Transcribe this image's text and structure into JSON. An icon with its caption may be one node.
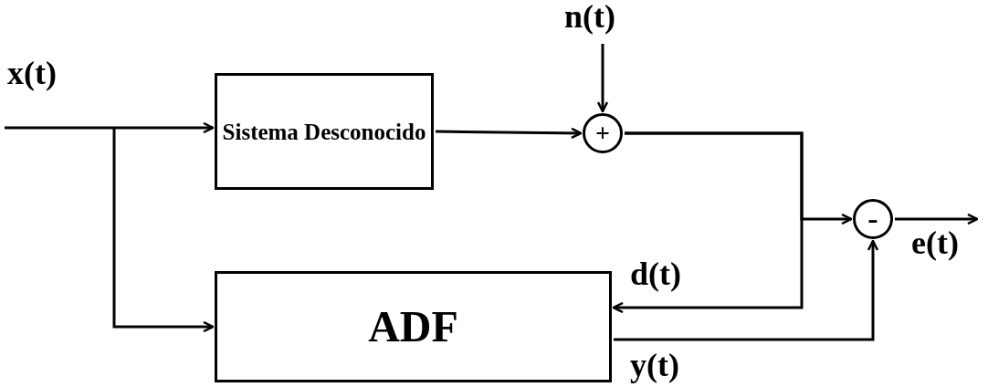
{
  "diagram": {
    "nodes": [
      {
        "text": [
          "Sistema Desconocido"
        ]
      },
      {
        "text": [
          "ADF"
        ]
      },
      {
        "text": [
          "+"
        ]
      },
      {
        "text": [
          "-"
        ]
      }
    ],
    "edges": [
      {
        "from": null,
        "to": 0,
        "arrow": "to",
        "label": "x(t)"
      },
      {
        "from": null,
        "to": 1,
        "arrow": "to"
      },
      {
        "from": null,
        "to": 2,
        "arrow": "to",
        "label": "n(t)"
      },
      {
        "from": 0,
        "to": 2,
        "arrow": "to"
      },
      {
        "from": 2,
        "to": 3,
        "arrow": "to"
      },
      {
        "from": 2,
        "to": 1,
        "arrow": "to",
        "label": "d(t)"
      },
      {
        "from": 1,
        "to": 3,
        "arrow": "to",
        "label": "y(t)"
      },
      {
        "from": 3,
        "to": null,
        "arrow": "to",
        "label": "e(t)"
      }
    ]
  }
}
